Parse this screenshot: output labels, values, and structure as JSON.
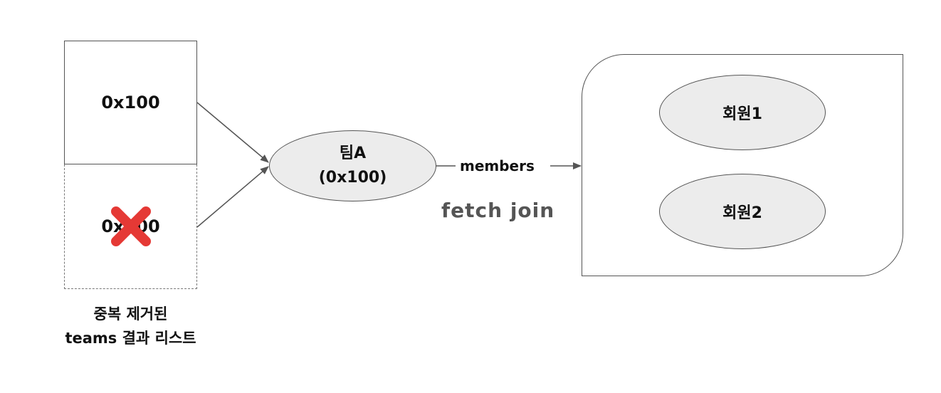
{
  "list": {
    "item1_addr": "0x100",
    "item2_addr": "0x100",
    "caption_line1": "중복 제거된",
    "caption_line2": "teams 결과 리스트"
  },
  "team": {
    "name": "팀A",
    "addr": "(0x100)"
  },
  "relation": {
    "field": "members",
    "method": "fetch join"
  },
  "members": {
    "items": [
      "회원1",
      "회원2"
    ]
  },
  "colors": {
    "removed_mark": "#e53935",
    "ellipse_fill": "#ececec",
    "stroke": "#555555",
    "method_text": "#555555"
  }
}
